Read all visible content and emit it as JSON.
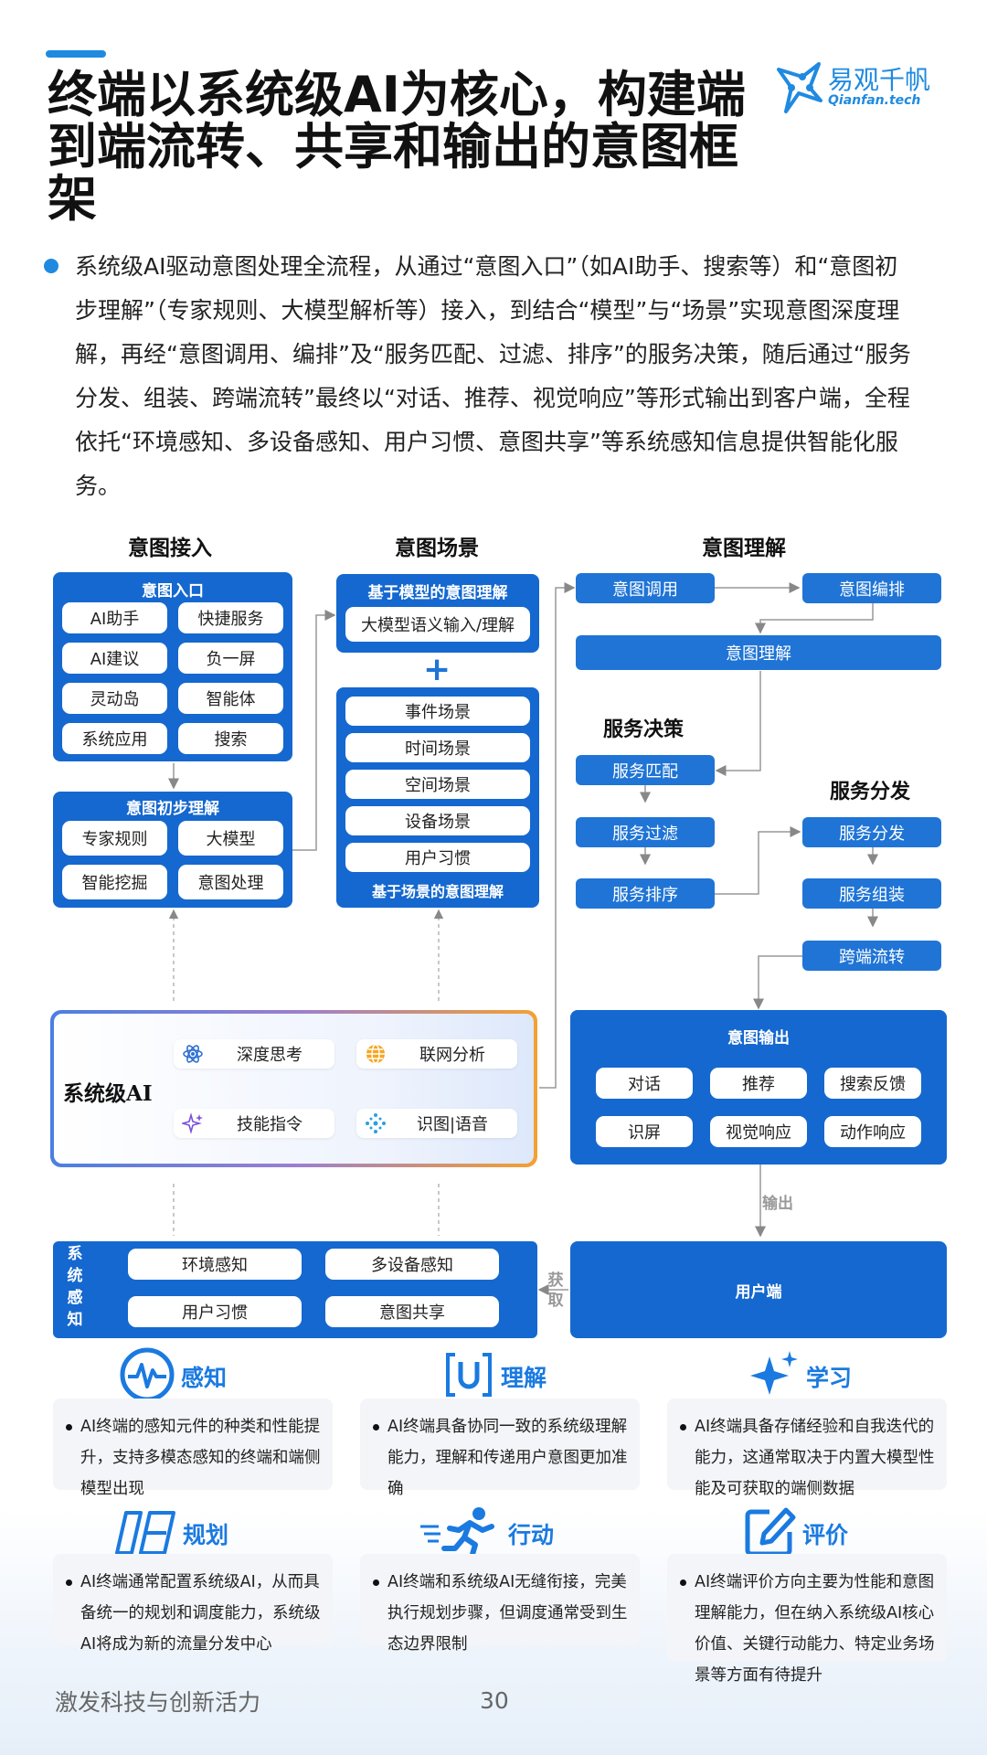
{
  "title": "终端以系统级AI为核心，构建端到端流转、共享和输出的意图框架",
  "logo": {
    "name": "易观千帆",
    "url": "Qianfan.tech"
  },
  "intro": "系统级AI驱动意图处理全流程，从通过“意图入口”（如AI助手、搜索等）和“意图初步理解”（专家规则、大模型解析等）接入，到结合“模型”与“场景”实现意图深度理解，再经“意图调用、编排”及“服务匹配、过滤、排序”的服务决策，随后通过“服务分发、组装、跨端流转”最终以“对话、推荐、视觉响应”等形式输出到客户端，全程依托“环境感知、多设备感知、用户习惯、意图共享”等系统感知信息提供智能化服务。",
  "diagram": {
    "col_heads": [
      "意图接入",
      "意图场景",
      "意图理解"
    ],
    "entry": {
      "title": "意图入口",
      "items": [
        "AI助手",
        "快捷服务",
        "AI建议",
        "负一屏",
        "灵动岛",
        "智能体",
        "系统应用",
        "搜索"
      ]
    },
    "prelim": {
      "title": "意图初步理解",
      "items": [
        "专家规则",
        "大模型",
        "智能挖掘",
        "意图处理"
      ]
    },
    "model": {
      "title": "基于模型的意图理解",
      "item": "大模型语义输入/理解"
    },
    "plus": "+",
    "scene": {
      "items": [
        "事件场景",
        "时间场景",
        "空间场景",
        "设备场景",
        "用户习惯"
      ],
      "footer": "基于场景的意图理解"
    },
    "understand": {
      "call": "意图调用",
      "arrange": "意图编排",
      "understand": "意图理解"
    },
    "decision": {
      "title": "服务决策",
      "items": [
        "服务匹配",
        "服务过滤",
        "服务排序"
      ]
    },
    "dispatch": {
      "title": "服务分发",
      "items": [
        "服务分发",
        "服务组装",
        "跨端流转"
      ]
    },
    "system_ai": {
      "title": "系统级AI",
      "items": [
        "深度思考",
        "联网分析",
        "技能指令",
        "识图|语音"
      ]
    },
    "output": {
      "title": "意图输出",
      "items": [
        "对话",
        "推荐",
        "搜索反馈",
        "识屏",
        "视觉响应",
        "动作响应"
      ]
    },
    "output_label": "输出",
    "percep": {
      "title": "系统感知",
      "items": [
        "环境感知",
        "多设备感知",
        "用户习惯",
        "意图共享"
      ]
    },
    "fetch_label": "获取",
    "client": "用户端"
  },
  "cards": [
    {
      "label": "感知",
      "icon": "wave-icon",
      "text": "AI终端的感知元件的种类和性能提升，支持多模态感知的终端和端侧模型出现"
    },
    {
      "label": "理解",
      "icon": "u-bracket-icon",
      "text": "AI终端具备协同一致的系统级理解能力，理解和传递用户意图更加准确"
    },
    {
      "label": "学习",
      "icon": "sparkle-icon",
      "text": "AI终端具备存储经验和自我迭代的能力，这通常取决于内置大模型性能及可获取的端侧数据"
    },
    {
      "label": "规划",
      "icon": "blueprint-icon",
      "text": "AI终端通常配置系统级AI，从而具备统一的规划和调度能力，系统级AI将成为新的流量分发中心"
    },
    {
      "label": "行动",
      "icon": "runner-icon",
      "text": "AI终端和系统级AI无缝衔接，完美执行规划步骤，但调度通常受到生态边界限制"
    },
    {
      "label": "评价",
      "icon": "pen-icon",
      "text": "AI终端评价方向主要为性能和意图理解能力，但在纳入系统级AI核心价值、关键行动能力、特定业务场景等方面有待提升"
    }
  ],
  "footer": {
    "left": "激发科技与创新活力",
    "page": "30"
  },
  "colors": {
    "accent": "#1f8ae0",
    "panel": "#1568cf",
    "box": "#1f74d6"
  }
}
